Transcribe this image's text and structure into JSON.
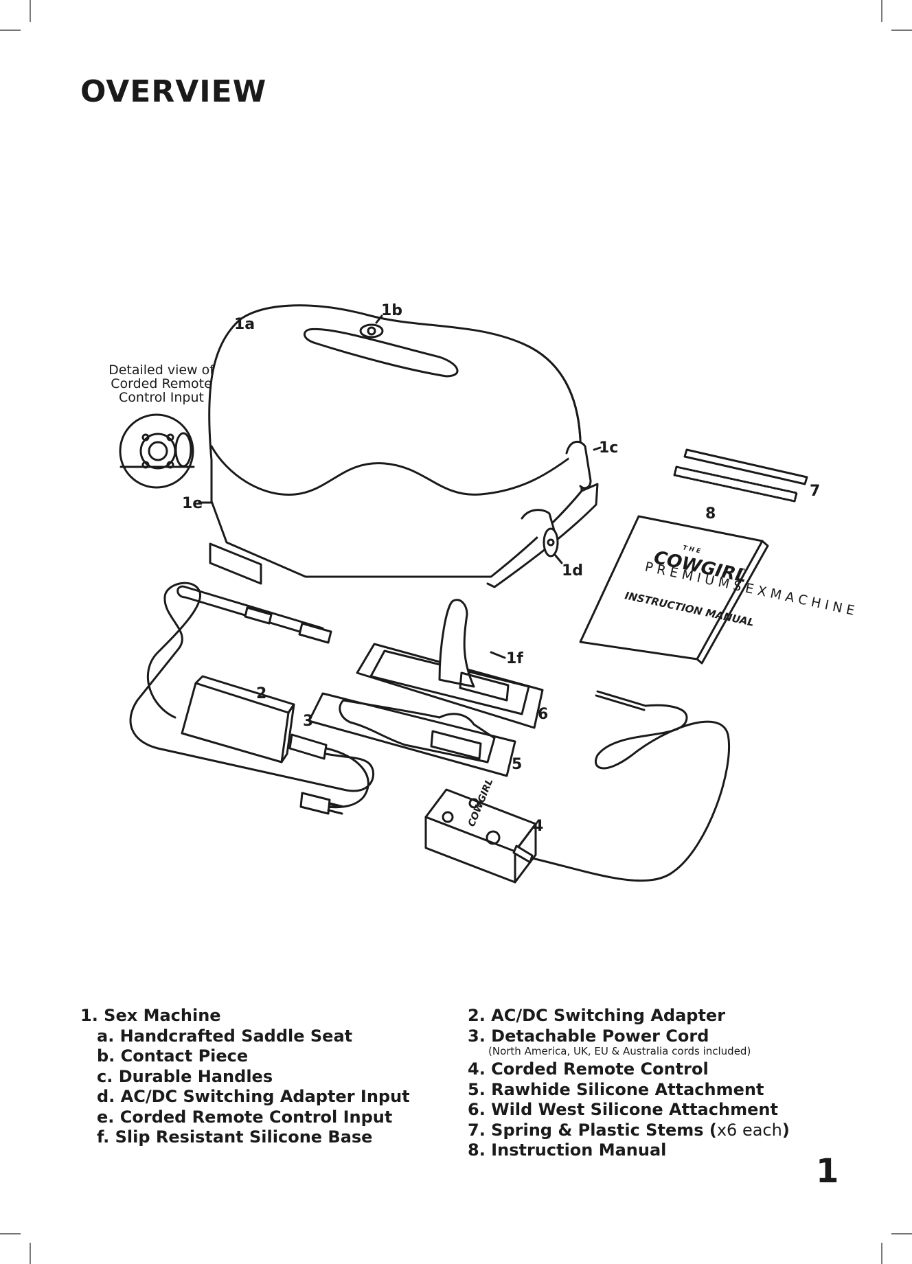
{
  "title": "OVERVIEW",
  "page_number": "1",
  "labels": {
    "l1a": "1a",
    "l1b": "1b",
    "l1c": "1c",
    "l1d": "1d",
    "l1e": "1e",
    "l1f": "1f",
    "l2": "2",
    "l3": "3",
    "l4": "4",
    "l5": "5",
    "l6": "6",
    "l7": "7",
    "l8": "8"
  },
  "detail_callout": [
    "Detailed view of",
    "Corded Remote",
    "Control Input"
  ],
  "manual_cover": {
    "the": "T H E",
    "brand": "COWGIRL",
    "tm": "™",
    "tagline": "P R E M I U M   S E X   M A C H I N E",
    "manual_title": "INSTRUCTION MANUAL"
  },
  "remote_brand": "COWGIRL",
  "list_left": {
    "item1": "1. Sex Machine",
    "a": "a. Handcrafted Saddle Seat",
    "b": "b. Contact Piece",
    "c": "c. Durable Handles",
    "d": "d. AC/DC Switching Adapter Input",
    "e": "e. Corded Remote Control Input",
    "f": "f. Slip Resistant Silicone Base"
  },
  "list_right": {
    "item2": "2. AC/DC Switching Adapter",
    "item3": "3. Detachable Power Cord",
    "item3_note": "(North America, UK, EU & Australia cords included)",
    "item4": "4. Corded Remote Control",
    "item5": "5. Rawhide Silicone Attachment",
    "item6": "6. Wild West Silicone Attachment",
    "item7_prefix": "7. Spring & Plastic Stems (",
    "item7_qty": "x6 each",
    "item7_suffix": ")",
    "item8": "8. Instruction Manual"
  }
}
